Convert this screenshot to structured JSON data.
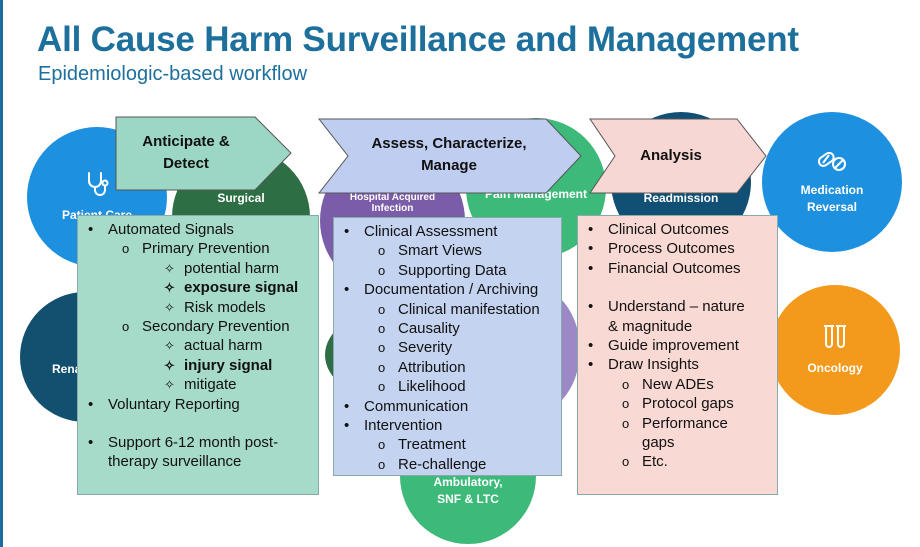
{
  "header": {
    "title": "All Cause Harm Surveillance and Management",
    "subtitle": "Epidemiologic-based workflow"
  },
  "circles": [
    {
      "id": "patient-care",
      "label": "Patient Care",
      "color": "#1e90e0",
      "icon": "stethoscope-icon"
    },
    {
      "id": "surgical",
      "label": "Surgical",
      "color": "#2e6e44",
      "icon": ""
    },
    {
      "id": "hospital-acquired-infection",
      "label": "Hospital Acquired Infection",
      "color": "#7b5ca8",
      "icon": ""
    },
    {
      "id": "pain-management",
      "label": "Pain Management",
      "color": "#3dba7a",
      "icon": ""
    },
    {
      "id": "readmission",
      "label": "Readmission",
      "color": "#124f74",
      "icon": ""
    },
    {
      "id": "medication-reversal",
      "label": "Medication Reversal",
      "color": "#1e90e0",
      "icon": "pills-icon"
    },
    {
      "id": "renal",
      "label": "Renal",
      "color": "#134f6f",
      "icon": ""
    },
    {
      "id": "oncology",
      "label": "Oncology",
      "color": "#f39a1c",
      "icon": "test-tubes-icon"
    },
    {
      "id": "ambulatory-snf-ltc",
      "label": "Ambulatory, SNF & LTC",
      "color": "#3dba7a",
      "icon": ""
    }
  ],
  "stages": [
    {
      "id": "anticipate",
      "label": "Anticipate & Detect",
      "color": "#9cd7c5"
    },
    {
      "id": "assess",
      "label": "Assess, Characterize, Manage",
      "color": "#bfcdf0"
    },
    {
      "id": "analysis",
      "label": "Analysis",
      "color": "#f7d7d3"
    }
  ],
  "panels": {
    "anticipate": {
      "color": "#a6dac9",
      "items": [
        {
          "level": 1,
          "text": "Automated Signals"
        },
        {
          "level": 2,
          "text": "Primary Prevention"
        },
        {
          "level": 3,
          "text": "potential harm"
        },
        {
          "level": 3,
          "text": "exposure signal",
          "bold": true
        },
        {
          "level": 3,
          "text": "Risk models"
        },
        {
          "level": 2,
          "text": "Secondary Prevention"
        },
        {
          "level": 3,
          "text": "actual harm"
        },
        {
          "level": 3,
          "text": "injury signal",
          "bold": true
        },
        {
          "level": 3,
          "text": "mitigate"
        },
        {
          "level": 1,
          "text": "Voluntary Reporting"
        },
        {
          "level": 0,
          "text": ""
        },
        {
          "level": 1,
          "text": "Support 6-12 month post-"
        },
        {
          "level": 4,
          "text": "therapy surveillance"
        }
      ]
    },
    "assess": {
      "color": "#c4d3f0",
      "items": [
        {
          "level": 1,
          "text": "Clinical Assessment"
        },
        {
          "level": 2,
          "text": "Smart Views"
        },
        {
          "level": 2,
          "text": "Supporting Data"
        },
        {
          "level": 1,
          "text": "Documentation / Archiving"
        },
        {
          "level": 2,
          "text": "Clinical manifestation"
        },
        {
          "level": 2,
          "text": "Causality"
        },
        {
          "level": 2,
          "text": "Severity"
        },
        {
          "level": 2,
          "text": " Attribution"
        },
        {
          "level": 2,
          "text": "Likelihood"
        },
        {
          "level": 1,
          "text": "Communication"
        },
        {
          "level": 1,
          "text": "Intervention"
        },
        {
          "level": 2,
          "text": "Treatment"
        },
        {
          "level": 2,
          "text": "Re-challenge"
        }
      ]
    },
    "analysis": {
      "color": "#f8d9d4",
      "items": [
        {
          "level": 1,
          "text": "Clinical Outcomes"
        },
        {
          "level": 1,
          "text": "Process Outcomes"
        },
        {
          "level": 1,
          "text": "Financial Outcomes"
        },
        {
          "level": 0,
          "text": ""
        },
        {
          "level": 1,
          "text": "Understand – nature"
        },
        {
          "level": 4,
          "text": "& magnitude"
        },
        {
          "level": 1,
          "text": "Guide improvement"
        },
        {
          "level": 1,
          "text": "Draw Insights"
        },
        {
          "level": 2,
          "text": "New ADEs"
        },
        {
          "level": 2,
          "text": "Protocol gaps"
        },
        {
          "level": 2,
          "text": "Performance"
        },
        {
          "level": 5,
          "text": "gaps"
        },
        {
          "level": 2,
          "text": "Etc."
        }
      ]
    }
  }
}
